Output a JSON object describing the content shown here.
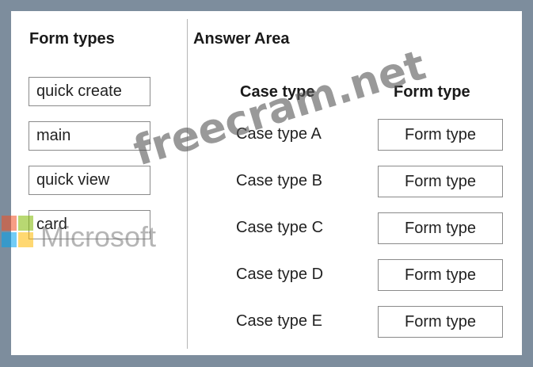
{
  "left_panel": {
    "heading": "Form types",
    "items": [
      "quick create",
      "main",
      "quick view",
      "card"
    ]
  },
  "answer_area": {
    "heading": "Answer Area",
    "column_case": "Case type",
    "column_form": "Form type",
    "rows": [
      {
        "case": "Case type A",
        "form": "Form type"
      },
      {
        "case": "Case type B",
        "form": "Form type"
      },
      {
        "case": "Case type C",
        "form": "Form type"
      },
      {
        "case": "Case type D",
        "form": "Form type"
      },
      {
        "case": "Case type E",
        "form": "Form type"
      }
    ]
  },
  "watermark": {
    "site": "freecram.net",
    "brand": "Microsoft",
    "logo_colors": [
      "#f25022",
      "#7fba00",
      "#00a4ef",
      "#ffb900"
    ]
  },
  "colors": {
    "page_border": "#7d8d9d",
    "panel_background": "#ffffff",
    "box_border": "#8a8a8a"
  }
}
